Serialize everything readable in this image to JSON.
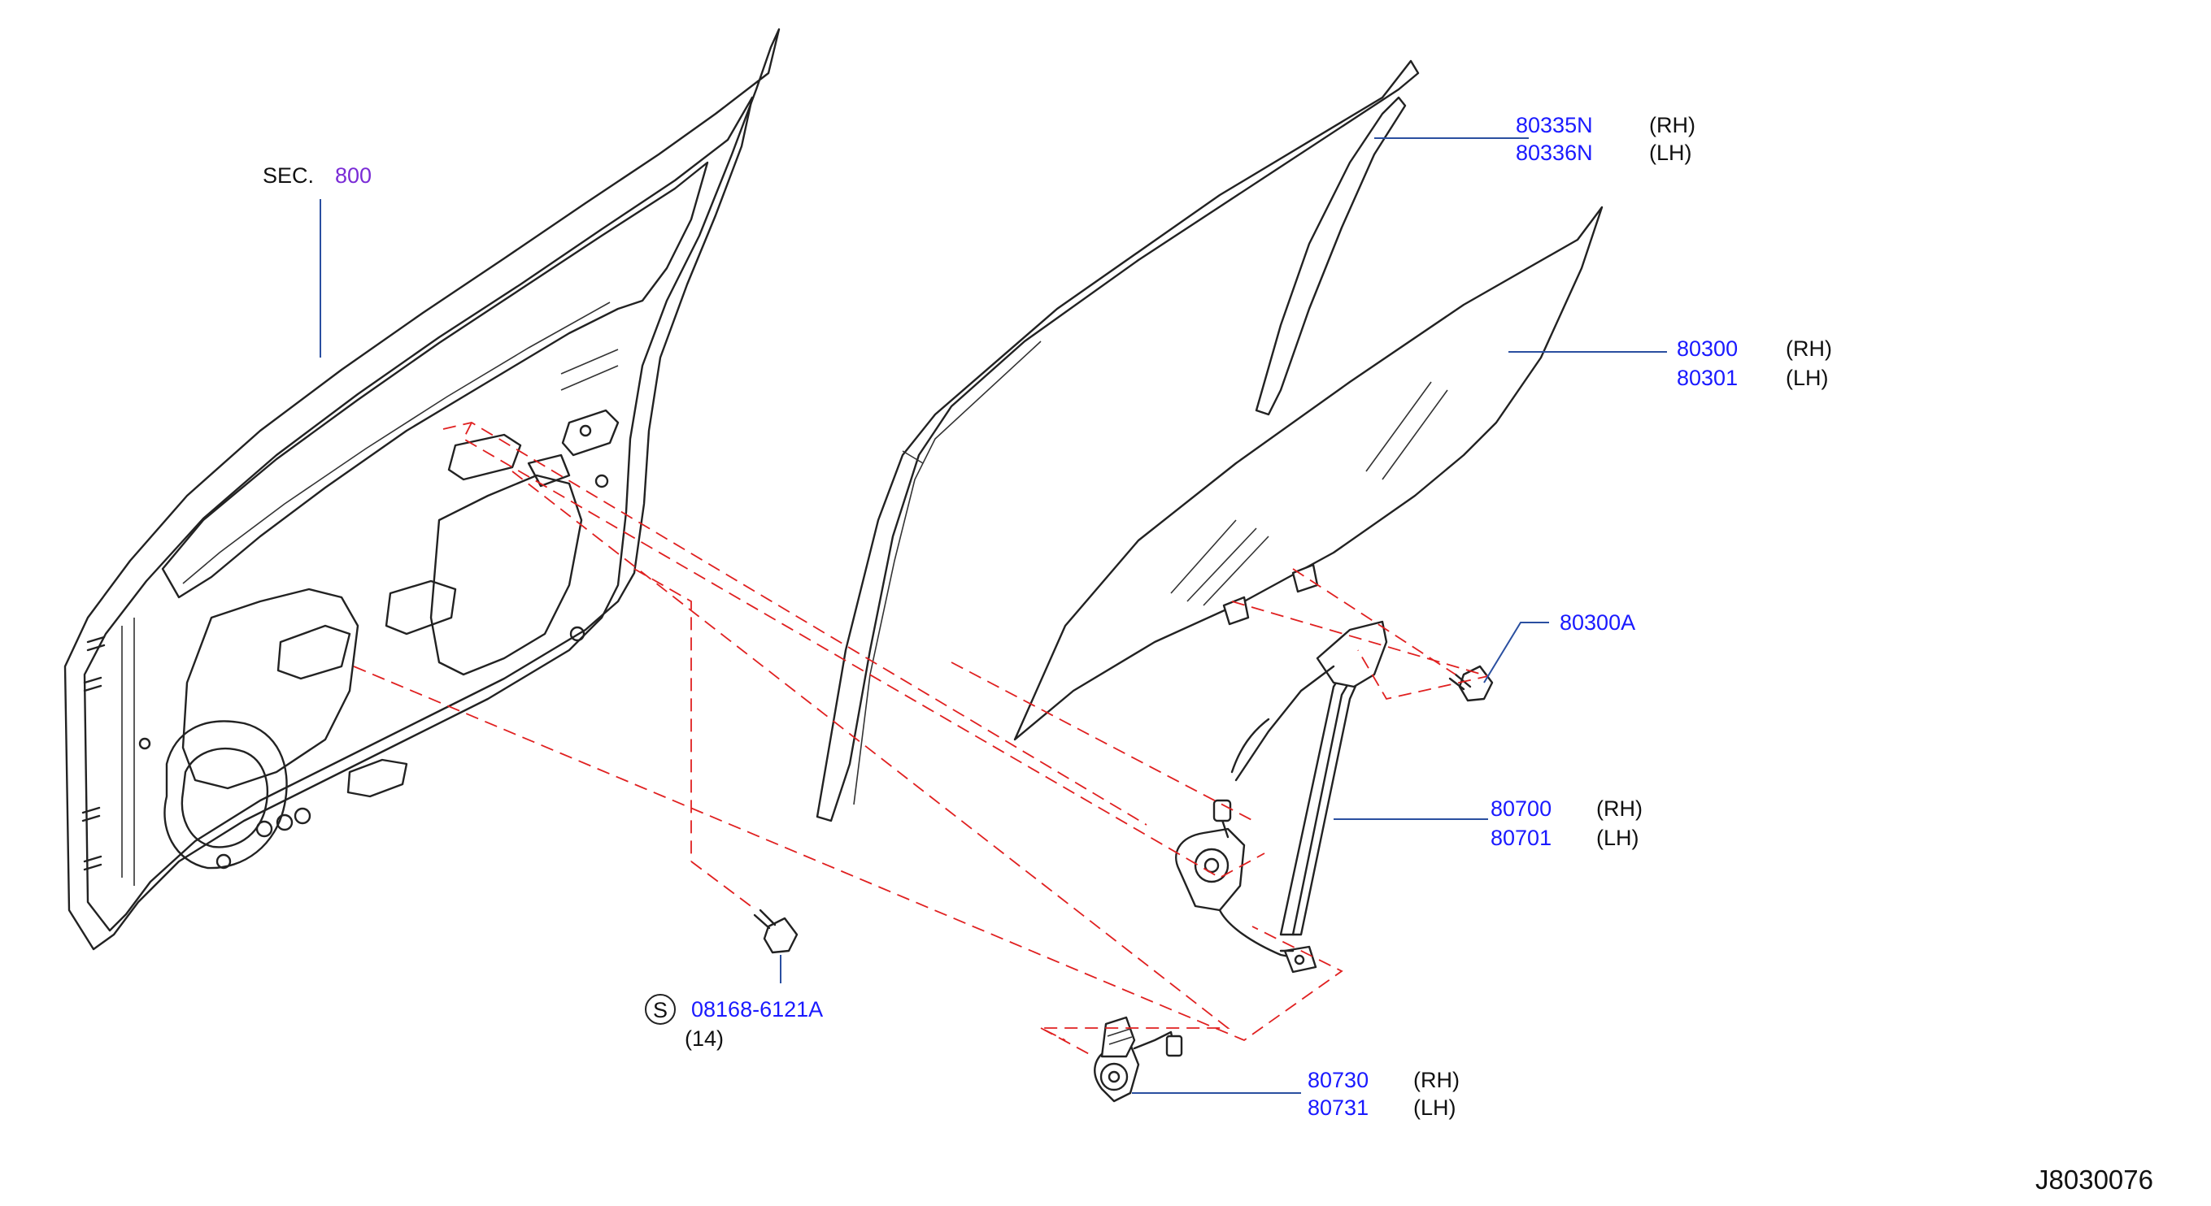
{
  "diagram_code": "J8030076",
  "section_ref": {
    "prefix": "SEC.",
    "number": "800"
  },
  "parts": [
    {
      "id": "glass-run",
      "numbers": [
        "80335N",
        "80336N"
      ],
      "sides": [
        "(RH)",
        "(LH)"
      ]
    },
    {
      "id": "door-glass",
      "numbers": [
        "80300",
        "80301"
      ],
      "sides": [
        "(RH)",
        "(LH)"
      ]
    },
    {
      "id": "glass-bolt",
      "numbers": [
        "80300A"
      ],
      "sides": []
    },
    {
      "id": "window-regulator",
      "numbers": [
        "80700",
        "80701"
      ],
      "sides": [
        "(RH)",
        "(LH)"
      ]
    },
    {
      "id": "regulator-motor",
      "numbers": [
        "80730",
        "80731"
      ],
      "sides": [
        "(RH)",
        "(LH)"
      ]
    },
    {
      "id": "regulator-bolt",
      "numbers": [
        "08168-6121A"
      ],
      "sides": [],
      "symbol": "S",
      "quantity": "(14)"
    }
  ],
  "colors": {
    "part_number": "#1a1aff",
    "section_number": "#7a2bd6",
    "dashed_guide": "#e02020",
    "leader": "#2a4fa0"
  }
}
